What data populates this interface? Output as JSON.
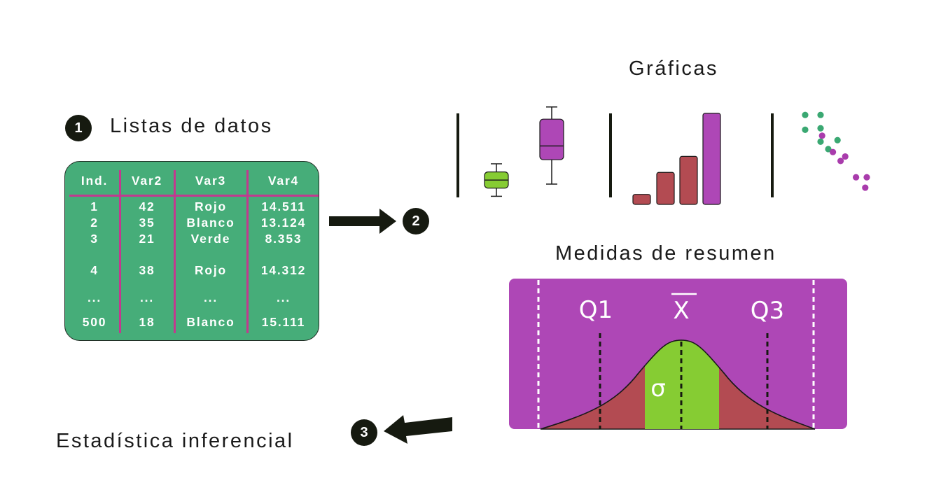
{
  "step1": {
    "number": "1",
    "title": "Listas de datos",
    "table": {
      "headers": [
        "Ind.",
        "Var2",
        "Var3",
        "Var4"
      ],
      "rows": [
        [
          "1",
          "42",
          "Rojo",
          "14.511"
        ],
        [
          "2",
          "35",
          "Blanco",
          "13.124"
        ],
        [
          "3",
          "21",
          "Verde",
          "8.353"
        ],
        [
          "4",
          "38",
          "Rojo",
          "14.312"
        ],
        [
          "...",
          "...",
          "...",
          "..."
        ],
        [
          "500",
          "18",
          "Blanco",
          "15.111"
        ]
      ]
    }
  },
  "step2": {
    "number": "2",
    "graphs_title": "Gráficas",
    "summary_title": "Medidas de resumen",
    "summary_labels": {
      "q1": "Q1",
      "mean": "X",
      "q3": "Q3",
      "sigma": "σ"
    }
  },
  "step3": {
    "number": "3",
    "title": "Estadística inferencial"
  },
  "colors": {
    "green_table": "#46ad79",
    "magenta_lines": "#c2398f",
    "purple": "#ae47b6",
    "lime": "#86cc33",
    "brick": "#b34b52",
    "dark": "#161a10",
    "scatter_green": "#3aa872",
    "scatter_purple": "#a93cac"
  },
  "chart_data": [
    {
      "type": "box",
      "series": [
        {
          "min": 1,
          "q1": 2,
          "median": 3,
          "q3": 4,
          "max": 5
        },
        {
          "min": 2.5,
          "q1": 5.5,
          "median": 7.2,
          "q3": 10.5,
          "max": 12
        }
      ]
    },
    {
      "type": "bar",
      "values": [
        1,
        3.2,
        4.8,
        9.1
      ]
    },
    {
      "type": "scatter",
      "series": [
        {
          "points": [
            [
              1,
              9
            ],
            [
              2,
              9
            ],
            [
              1,
              8
            ],
            [
              2,
              8.1
            ],
            [
              2,
              7.2
            ],
            [
              3.1,
              7.3
            ],
            [
              2.5,
              6.7
            ]
          ]
        },
        {
          "points": [
            [
              2.1,
              7.6
            ],
            [
              2.8,
              6.5
            ],
            [
              3.6,
              6.2
            ],
            [
              3.3,
              5.9
            ],
            [
              4.3,
              4.8
            ],
            [
              5,
              4.8
            ],
            [
              4.9,
              4.1
            ]
          ]
        }
      ]
    }
  ]
}
